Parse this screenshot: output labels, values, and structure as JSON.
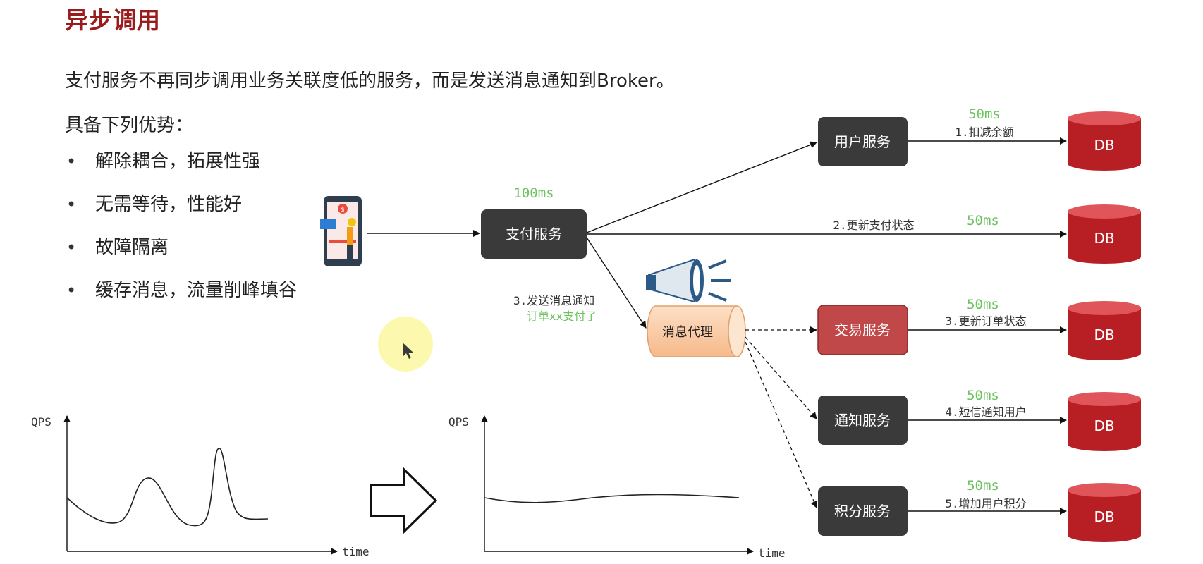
{
  "title": "异步调用",
  "intro": "支付服务不再同步调用业务关联度低的服务，而是发送消息通知到Broker。",
  "subhead": "具备下列优势：",
  "bullet_symbol": "•",
  "bullets": [
    "解除耦合，拓展性强",
    "无需等待，性能好",
    "故障隔离",
    "缓存消息，流量削峰填谷"
  ],
  "diagram": {
    "pay_service": {
      "label": "支付服务",
      "latency": "100ms"
    },
    "broker": {
      "label": "消息代理"
    },
    "send_note": {
      "line1": "3.发送消息通知",
      "line2": "订单xx支付了"
    },
    "services": [
      {
        "label": "用户服务",
        "step": "1.扣减余额",
        "latency": "50ms",
        "db": "DB"
      },
      {
        "label": "",
        "step": "2.更新支付状态",
        "latency": "50ms",
        "db": "DB"
      },
      {
        "label": "交易服务",
        "step": "3.更新订单状态",
        "latency": "50ms",
        "db": "DB"
      },
      {
        "label": "通知服务",
        "step": "4.短信通知用户",
        "latency": "50ms",
        "db": "DB"
      },
      {
        "label": "积分服务",
        "step": "5.增加用户积分",
        "latency": "50ms",
        "db": "DB"
      }
    ],
    "colors": {
      "service_box": "#3a3a3a",
      "trade_box": "#c04848",
      "db": "#b81f24",
      "broker": "#f9c9a1",
      "latency": "#6cc25e"
    }
  },
  "charts": {
    "before": {
      "ylabel": "QPS",
      "xlabel": "time"
    },
    "after": {
      "ylabel": "QPS",
      "xlabel": "time"
    }
  }
}
